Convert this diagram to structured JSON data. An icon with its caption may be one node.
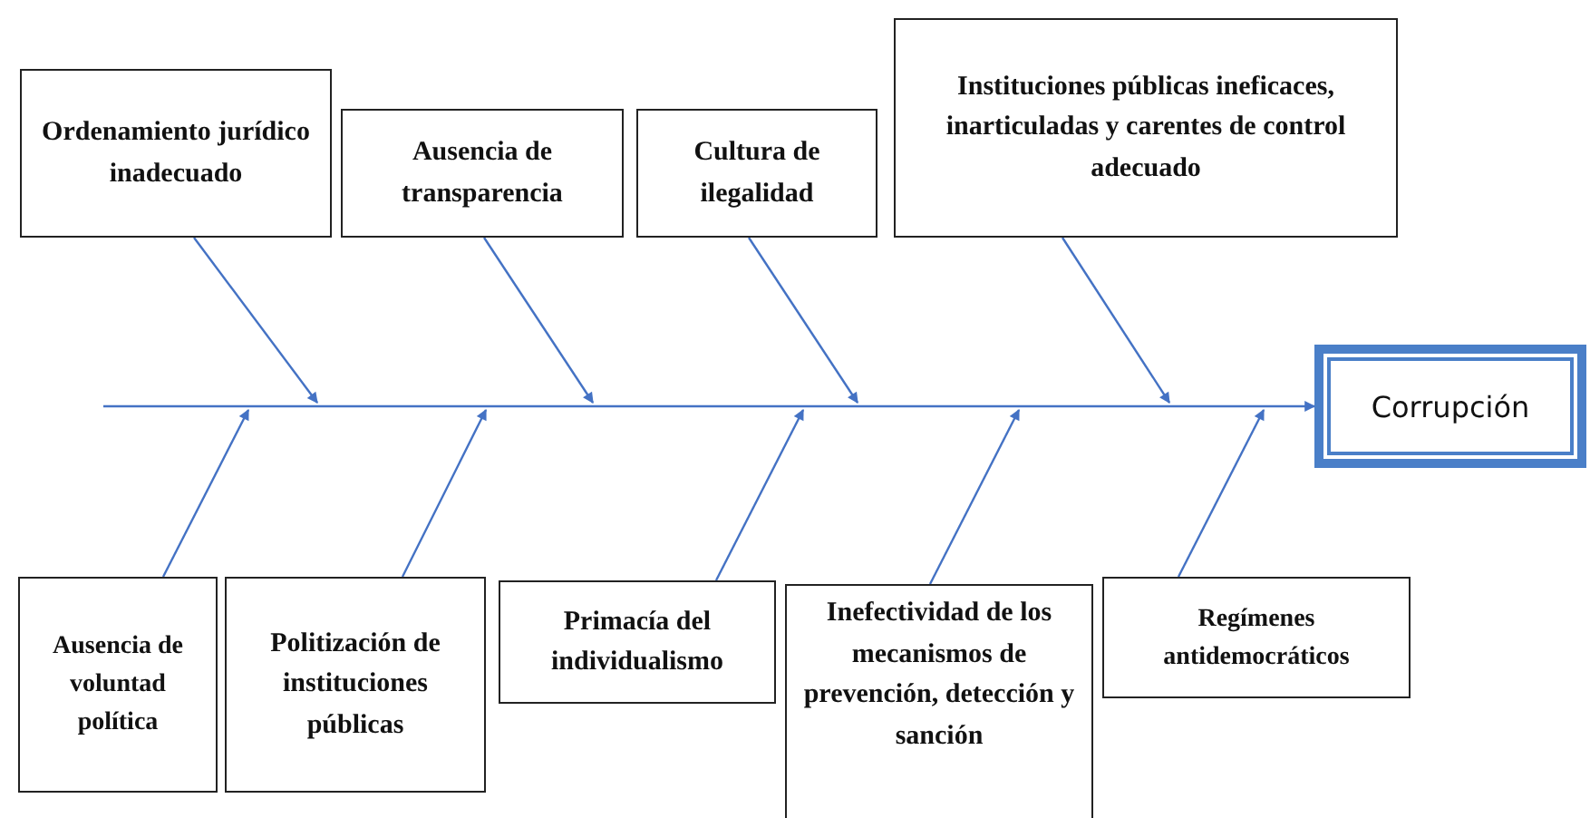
{
  "diagram": {
    "nodes": [
      {
        "text": [
          "Ordenamiento jurídico inadecuado"
        ]
      },
      {
        "text": [
          "Ausencia de transparencia"
        ]
      },
      {
        "text": [
          "Cultura de ilegalidad"
        ]
      },
      {
        "text": [
          "Instituciones públicas ineficaces, inarticuladas y carentes de control adecuado"
        ]
      },
      {
        "text": [
          "Corrupción"
        ]
      },
      {
        "text": [
          "Ausencia de voluntad política"
        ]
      },
      {
        "text": [
          "Politización de instituciones públicas"
        ]
      },
      {
        "text": [
          "Primacía del individualismo"
        ]
      },
      {
        "text": [
          "Inefectividad de los mecanismos de prevención, detección y sanción"
        ]
      },
      {
        "text": [
          "Regímenes antidemocráticos"
        ]
      }
    ],
    "edges": [
      {
        "from": null,
        "to": 4,
        "arrow": "to"
      },
      {
        "from": 0,
        "to": null,
        "arrow": "to"
      },
      {
        "from": 1,
        "to": null,
        "arrow": "to"
      },
      {
        "from": 2,
        "to": null,
        "arrow": "to"
      },
      {
        "from": 3,
        "to": null,
        "arrow": "to"
      },
      {
        "from": 5,
        "to": null,
        "arrow": "to"
      },
      {
        "from": 6,
        "to": null,
        "arrow": "to"
      },
      {
        "from": 7,
        "to": null,
        "arrow": "to"
      },
      {
        "from": 8,
        "to": null,
        "arrow": "to"
      },
      {
        "from": 9,
        "to": null,
        "arrow": "to"
      }
    ]
  }
}
